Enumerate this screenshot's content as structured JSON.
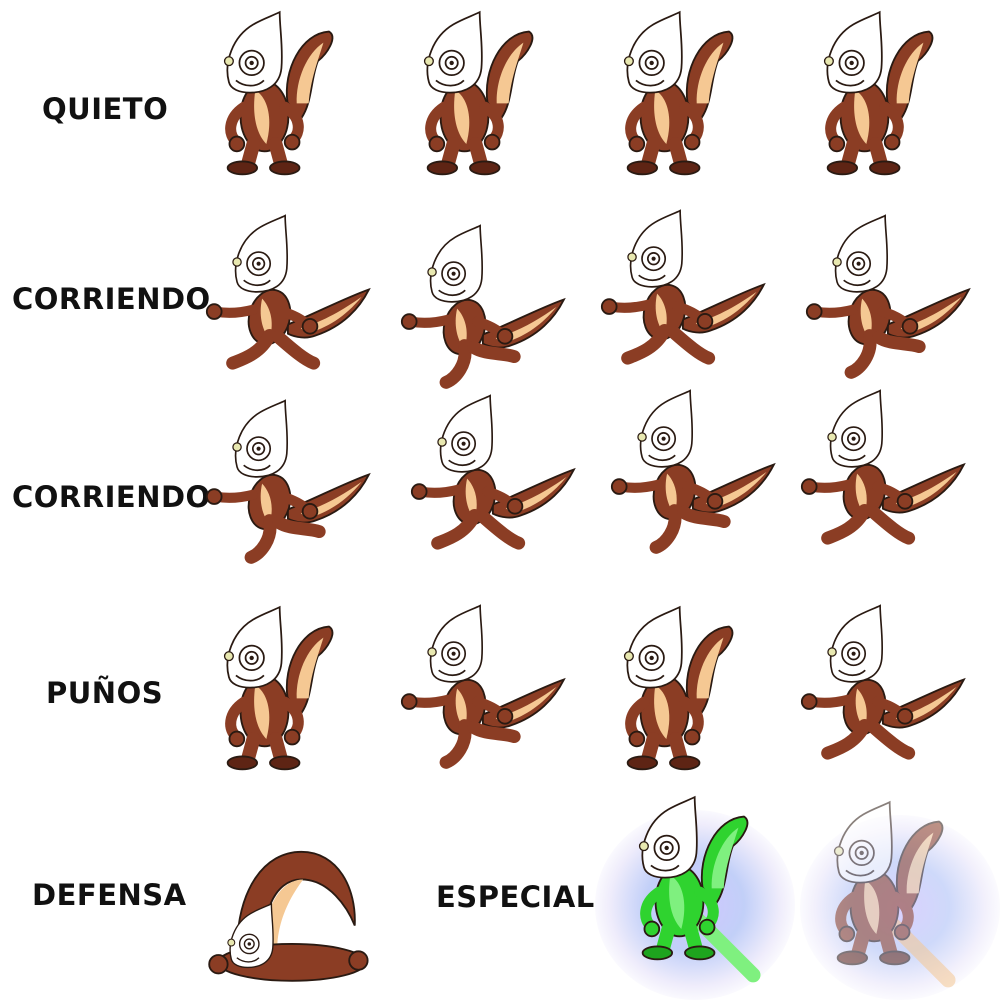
{
  "rows": [
    {
      "id": "quieto",
      "label": "QUIETO"
    },
    {
      "id": "corriendo-1",
      "label": "CORRIENDO"
    },
    {
      "id": "corriendo-2",
      "label": "CORRIENDO"
    },
    {
      "id": "punos",
      "label": "PUÑOS"
    },
    {
      "id": "defensa",
      "label": "DEFENSA"
    },
    {
      "id": "especial",
      "label": "ESPECIAL"
    }
  ],
  "colors": {
    "fur": "#8b3d24",
    "fur_dark": "#5e2414",
    "belly": "#f5c893",
    "head": "#ffffff",
    "outline": "#2a1a12",
    "special_green": "#2fd32f",
    "aura": "#8c7cf0"
  }
}
